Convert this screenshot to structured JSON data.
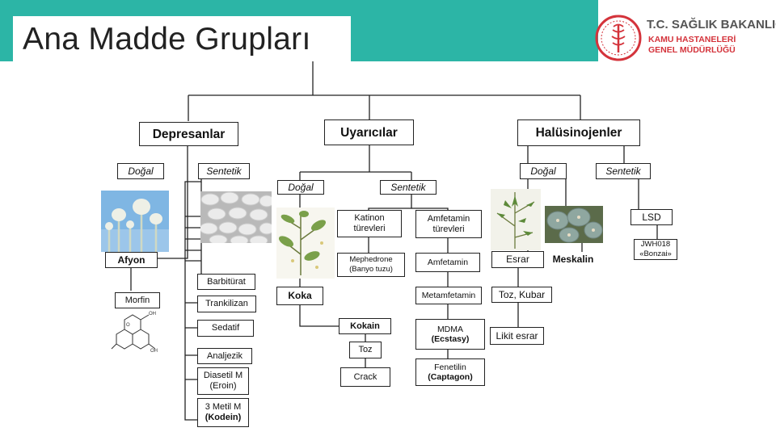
{
  "title": "Ana Madde Grupları",
  "logo": {
    "line1": "T.C. SAĞLIK BAKANLIĞI",
    "line2": "KAMU HASTANELERİ",
    "line3": "GENEL MÜDÜRLÜĞÜ"
  },
  "groups": {
    "depresanlar": "Depresanlar",
    "uyaricilar": "Uyarıcılar",
    "halusinojenler": "Halüsinojenler"
  },
  "depresanlar": {
    "dogal": "Doğal",
    "sentetik": "Sentetik",
    "afyon": "Afyon",
    "morfin": "Morfin",
    "barbiturat": "Barbitürat",
    "trankilizan": "Trankilizan",
    "sedatif": "Sedatif",
    "analjezik": "Analjezik",
    "diasetil_1": "Diasetil M",
    "diasetil_2": "(Eroin)",
    "metil_1": "3 Metil M",
    "metil_2": "(Kodein)"
  },
  "uyaricilar": {
    "dogal": "Doğal",
    "sentetik": "Sentetik",
    "koka": "Koka",
    "kokain": "Kokain",
    "toz": "Toz",
    "crack": "Crack",
    "katinon": "Katinon türevleri",
    "mephedrone_1": "Mephedrone",
    "mephedrone_2": "(Banyo tuzu)",
    "amfetamin_turevleri": "Amfetamin türevleri",
    "amfetamin": "Amfetamin",
    "metamfetamin": "Metamfetamin",
    "mdma_1": "MDMA",
    "mdma_2": "(Ecstasy)",
    "fenetilin_1": "Fenetilin",
    "fenetilin_2": "(Captagon)"
  },
  "halusinojenler": {
    "dogal": "Doğal",
    "sentetik": "Sentetik",
    "esrar": "Esrar",
    "toz_kubar": "Toz, Kubar",
    "likit": "Likit esrar",
    "meskalin": "Meskalin",
    "lsd": "LSD",
    "jwh_1": "JWH018",
    "jwh_2": "«Bonzai»"
  }
}
